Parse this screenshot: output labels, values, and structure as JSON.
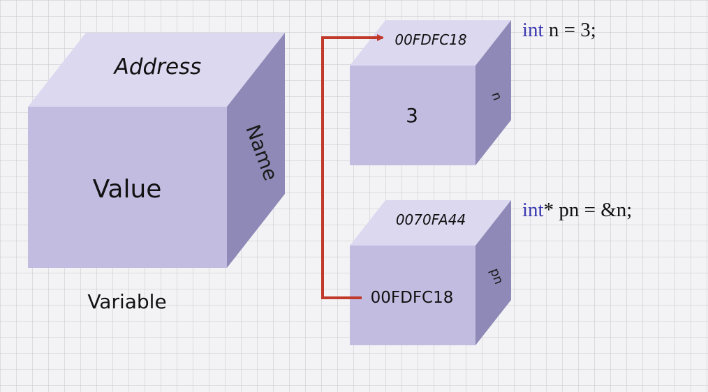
{
  "legend_cube": {
    "address": "Address",
    "value": "Value",
    "name": "Name",
    "caption": "Variable"
  },
  "cube_n": {
    "address": "00FDFC18",
    "value": "3",
    "name": "n",
    "code_keyword": "int",
    "code_rest": " n = 3;"
  },
  "cube_pn": {
    "address": "0070FA44",
    "value": "00FDFC18",
    "name": "pn",
    "code_keyword": "int",
    "code_rest": "* pn = &n;"
  },
  "colors": {
    "cube_front": "#c2bde0",
    "cube_top": "#dcd8f0",
    "cube_side": "#8e89b6",
    "pointer_arrow": "#c0392b",
    "code_keyword": "#3a37b0"
  }
}
